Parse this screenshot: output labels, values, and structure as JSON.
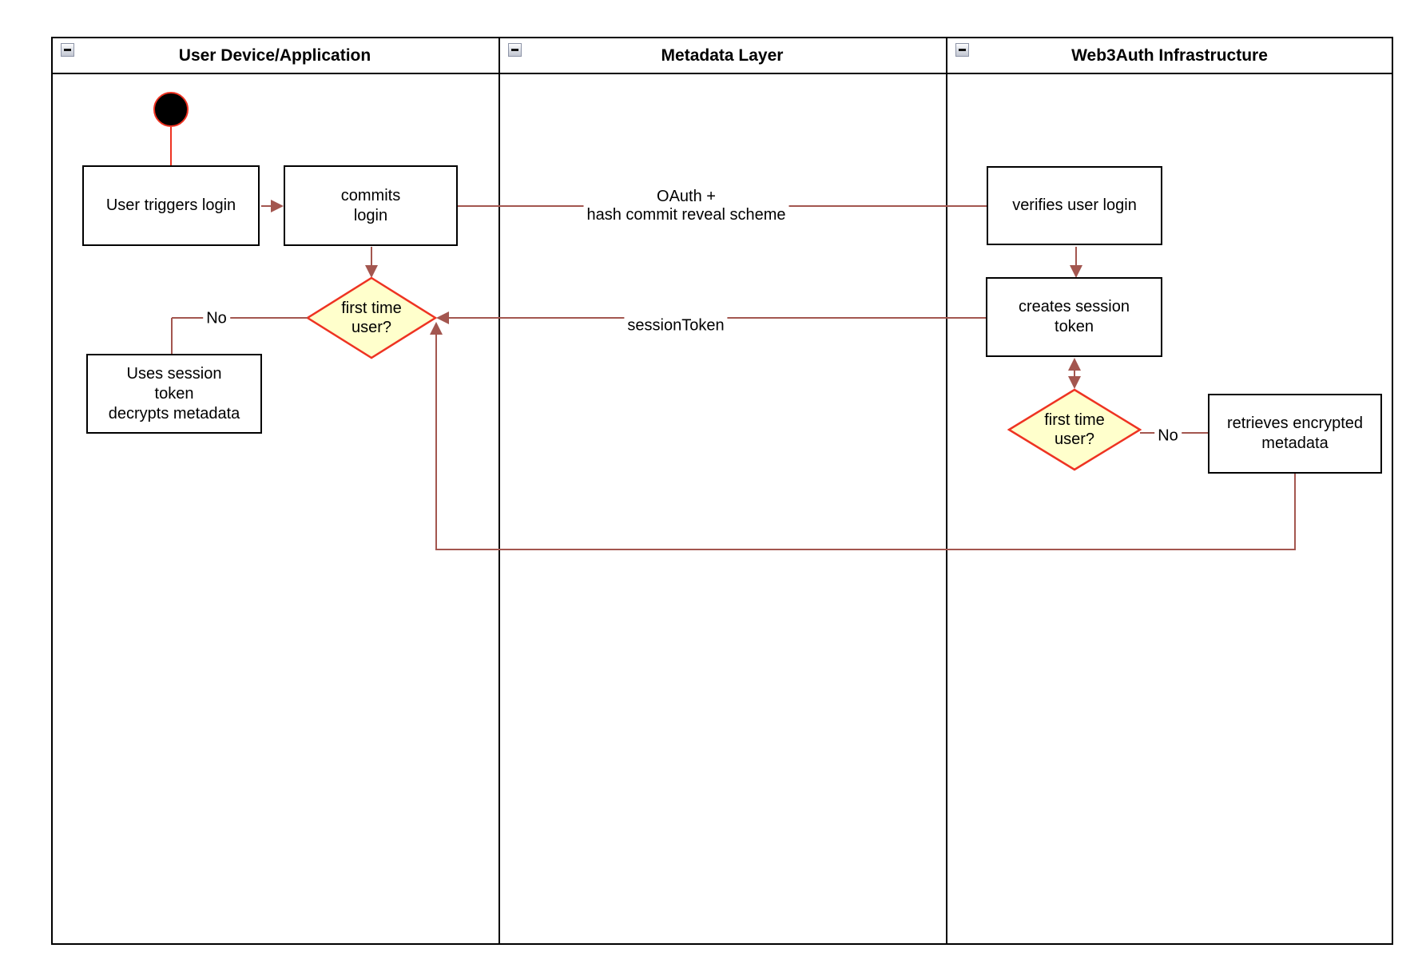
{
  "diagram": {
    "lanes": [
      {
        "title": "User Device/Application"
      },
      {
        "title": "Metadata Layer"
      },
      {
        "title": "Web3Auth Infrastructure"
      }
    ],
    "nodes": {
      "user_triggers_login": "User triggers login",
      "commits_login": "commits\nlogin",
      "first_time_user_device": "first time\nuser?",
      "uses_session_token": "Uses session\ntoken\ndecrypts metadata",
      "verifies_user_login": "verifies user login",
      "creates_session_token": "creates session\ntoken",
      "first_time_user_web3auth": "first time\nuser?",
      "retrieves_encrypted_metadata": "retrieves encrypted\nmetadata"
    },
    "edge_labels": {
      "oauth": "OAuth +\nhash commit reveal scheme",
      "session_token": "sessionToken",
      "no_device": "No",
      "no_web3auth": "No"
    },
    "colors": {
      "connector": "#a3564f",
      "accent_red": "#ee3322",
      "decision_fill": "#ffffcc",
      "lane_border": "#000000"
    }
  }
}
